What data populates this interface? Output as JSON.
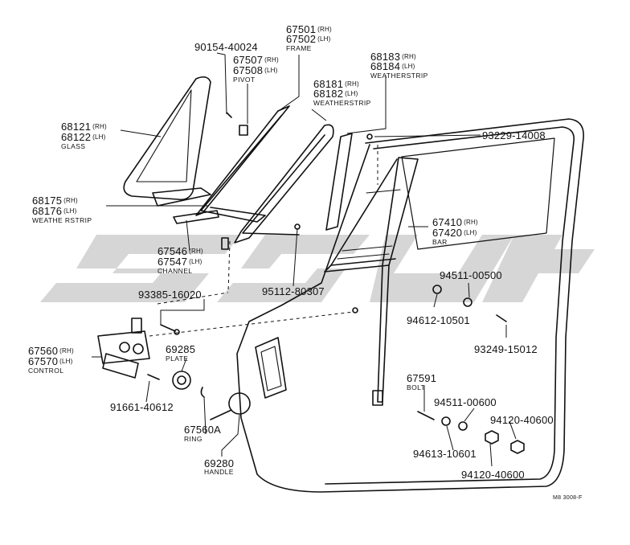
{
  "diagram_ref": "M8 3008-F",
  "watermark": {
    "color": "#cfcfcf"
  },
  "parts": {
    "p90154": {
      "number": "90154-40024"
    },
    "p67501": {
      "number": "67501",
      "side": "(RH)"
    },
    "p67502": {
      "number": "67502",
      "side": "(LH)",
      "name": "FRAME"
    },
    "p67507": {
      "number": "67507",
      "side": "(RH)"
    },
    "p67508": {
      "number": "67508",
      "side": "(LH)",
      "name": "PIVOT"
    },
    "p68183": {
      "number": "68183",
      "side": "(RH)"
    },
    "p68184": {
      "number": "68184",
      "side": "(LH)",
      "name": "WEATHERSTRIP"
    },
    "p68181": {
      "number": "68181",
      "side": "(RH)"
    },
    "p68182": {
      "number": "68182",
      "side": "(LH)",
      "name": "WEATHERSTRIP"
    },
    "p68121": {
      "number": "68121",
      "side": "(RH)"
    },
    "p68122": {
      "number": "68122",
      "side": "(LH)",
      "name": "GLASS"
    },
    "p93229": {
      "number": "93229-14008"
    },
    "p68175": {
      "number": "68175",
      "side": "(RH)"
    },
    "p68176": {
      "number": "68176",
      "side": "(LH)",
      "name": "WEATHE RSTRIP"
    },
    "p67410": {
      "number": "67410",
      "side": "(RH)"
    },
    "p67420": {
      "number": "67420",
      "side": "(LH)",
      "name": "BAR"
    },
    "p67546": {
      "number": "67546",
      "side": "(RH)"
    },
    "p67547": {
      "number": "67547",
      "side": "(LH)",
      "name": "CHANNEL"
    },
    "p94511a": {
      "number": "94511-00500"
    },
    "p95112": {
      "number": "95112-80307"
    },
    "p93385": {
      "number": "93385-16020"
    },
    "p94612": {
      "number": "94612-10501"
    },
    "p93249": {
      "number": "93249-15012"
    },
    "p67560": {
      "number": "67560",
      "side": "(RH)"
    },
    "p67570": {
      "number": "67570",
      "side": "(LH)",
      "name": "CONTROL"
    },
    "p69285": {
      "number": "69285",
      "name": "PLATE"
    },
    "p67591": {
      "number": "67591",
      "name": "BOLT"
    },
    "p94511b": {
      "number": "94511-00600"
    },
    "p91661": {
      "number": "91661-40612"
    },
    "p94120a": {
      "number": "94120-40600"
    },
    "p67560A": {
      "number": "67560A",
      "name": "RING"
    },
    "p94613": {
      "number": "94613-10601"
    },
    "p69280": {
      "number": "69280",
      "name": "HANDLE"
    },
    "p94120b": {
      "number": "94120-40600"
    }
  }
}
